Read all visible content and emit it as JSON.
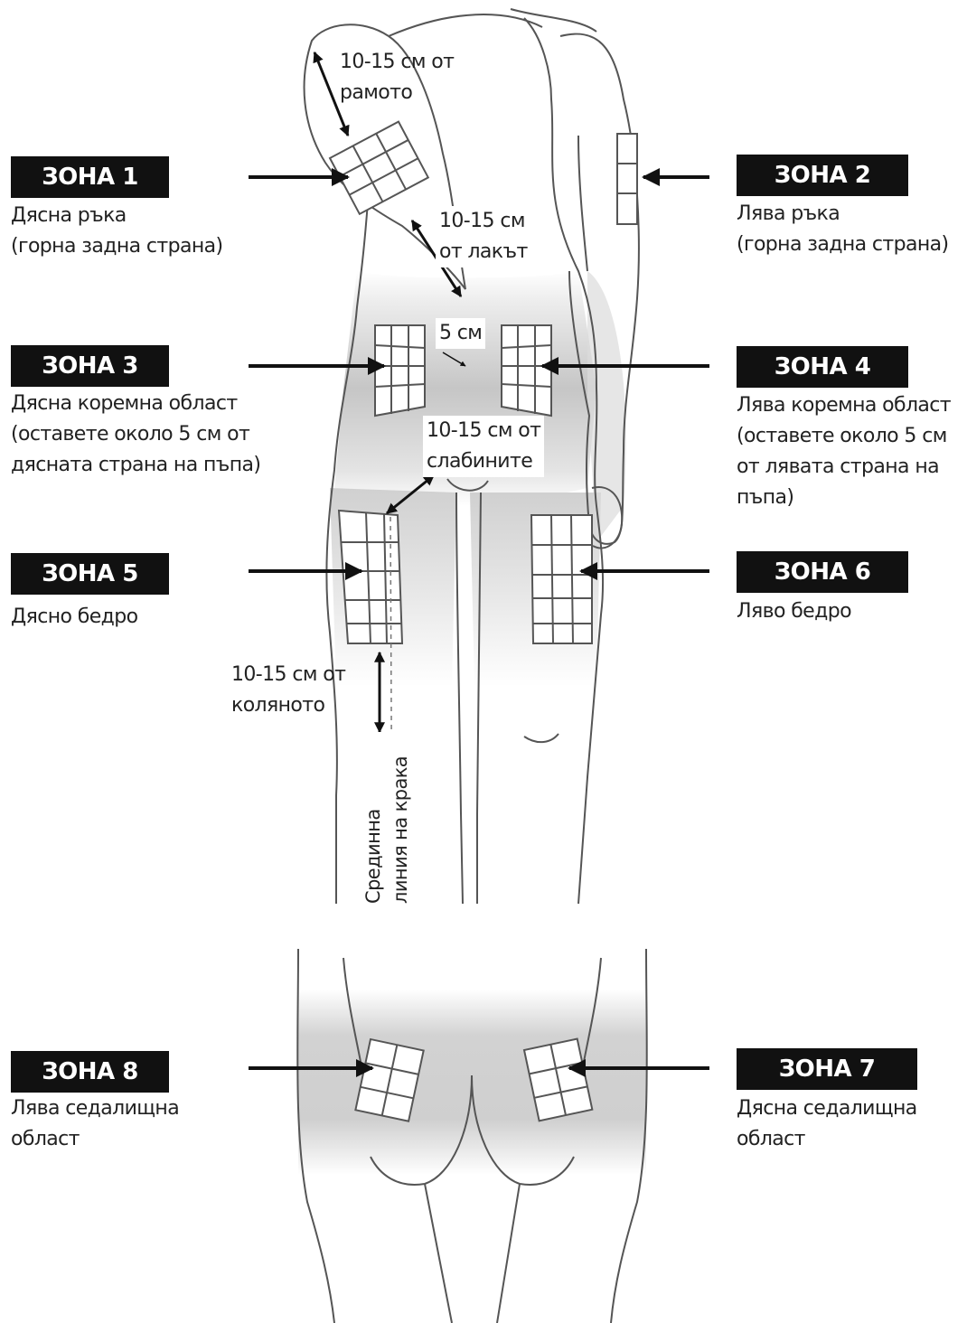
{
  "zones": [
    {
      "id": "zone-1",
      "label": "ЗОНА 1",
      "desc": [
        "Дясна ръка",
        "(горна задна страна)"
      ]
    },
    {
      "id": "zone-2",
      "label": "ЗОНА 2",
      "desc": [
        "Лява ръка",
        "(горна задна страна)"
      ]
    },
    {
      "id": "zone-3",
      "label": "ЗОНА 3",
      "desc": [
        "Дясна коремна област",
        "(оставете около 5 см от",
        "дясната страна на пъпа)"
      ]
    },
    {
      "id": "zone-4",
      "label": "ЗОНА 4",
      "desc": [
        "Лява коремна област",
        "(оставете около 5 см",
        "от лявата страна на",
        "пъпа)"
      ]
    },
    {
      "id": "zone-5",
      "label": "ЗОНА 5",
      "desc": [
        "Дясно бедро"
      ]
    },
    {
      "id": "zone-6",
      "label": "ЗОНА 6",
      "desc": [
        "Ляво бедро"
      ]
    },
    {
      "id": "zone-7",
      "label": "ЗОНА 7",
      "desc": [
        "Дясна седалищна",
        "област"
      ]
    },
    {
      "id": "zone-8",
      "label": "ЗОНА 8",
      "desc": [
        "Лява седалищна",
        "област"
      ]
    }
  ],
  "callouts": {
    "shoulder": [
      "10-15 см от",
      "рамото"
    ],
    "elbow": [
      "10-15 см",
      "от лакът"
    ],
    "navel": "5 см",
    "groin": [
      "10-15 см от",
      "слабините"
    ],
    "knee": [
      "10-15 см от",
      "коляното"
    ],
    "leg_midline": [
      "Срединна",
      "линия на крака"
    ]
  },
  "colors": {
    "label_bg": "#111111",
    "label_text": "#ffffff",
    "body_outline": "#555555",
    "shade": "#c8c8c8"
  }
}
